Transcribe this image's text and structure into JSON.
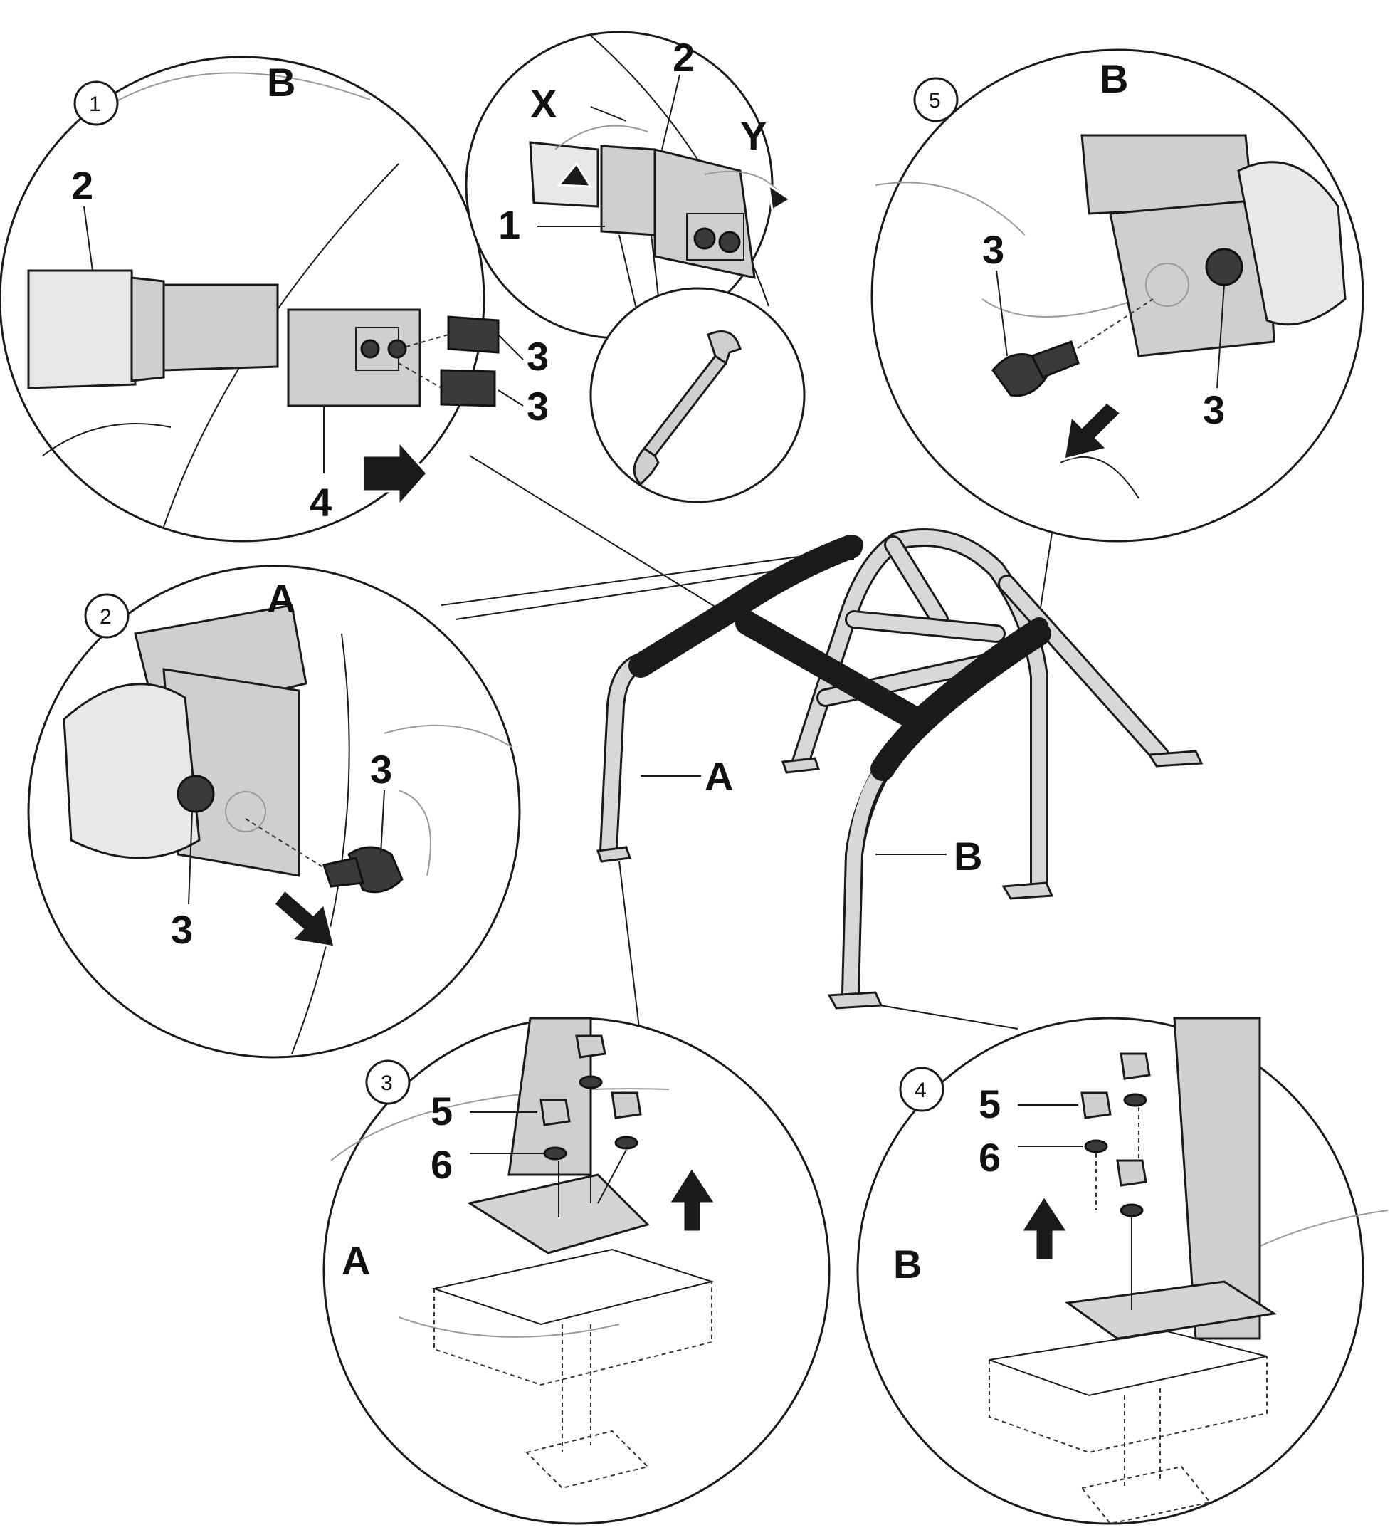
{
  "steps": [
    {
      "number": "1",
      "section": "B",
      "callouts": [
        "2",
        "3",
        "3",
        "4"
      ]
    },
    {
      "number": "2",
      "section": "A",
      "callouts": [
        "3",
        "3"
      ]
    },
    {
      "number": "3",
      "section": "A",
      "callouts": [
        "5",
        "6"
      ]
    },
    {
      "number": "4",
      "section": "B",
      "callouts": [
        "5",
        "6"
      ]
    },
    {
      "number": "5",
      "section": "B",
      "callouts": [
        "3",
        "3"
      ]
    }
  ],
  "detail_top": {
    "callouts": [
      "X",
      "2",
      "Y",
      "1"
    ],
    "tool_icon": "wrench-icon"
  },
  "frame": {
    "labels": [
      "A",
      "B"
    ]
  }
}
